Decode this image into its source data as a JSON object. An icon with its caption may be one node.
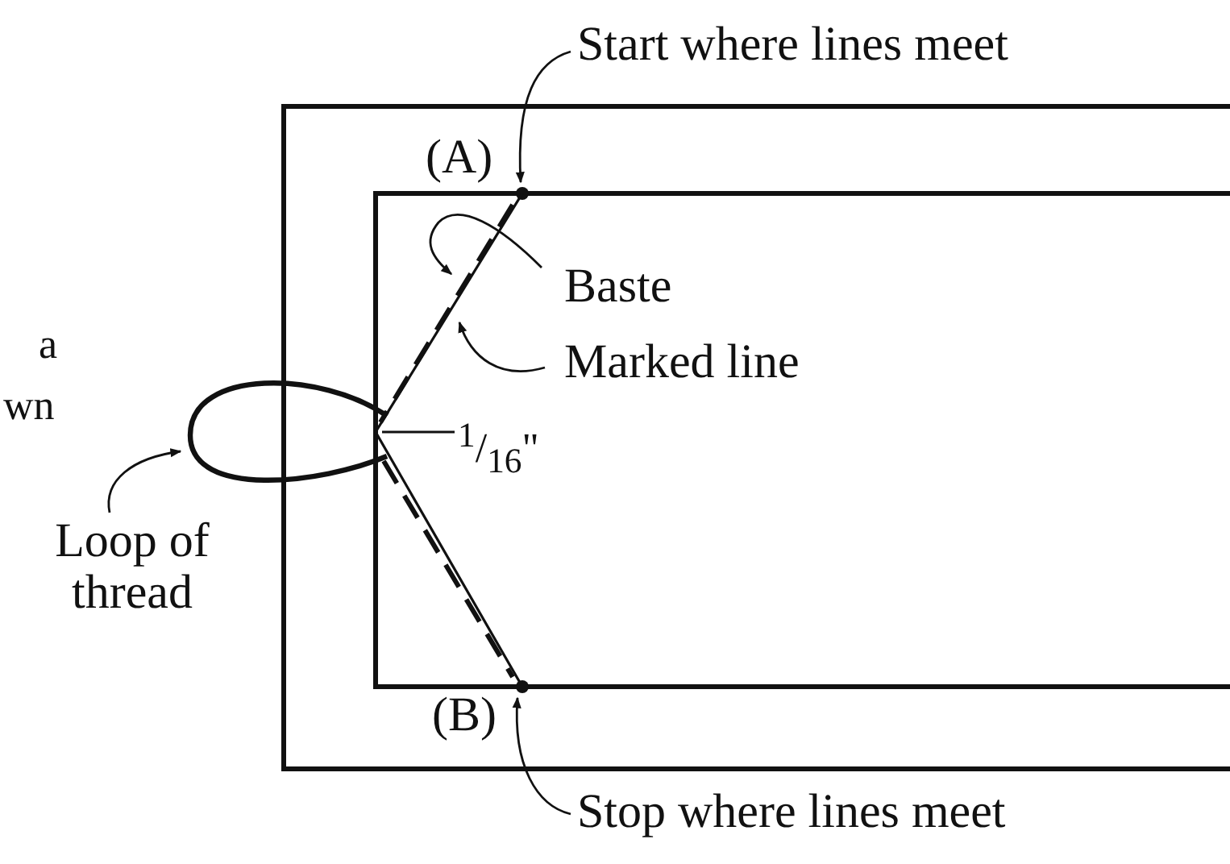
{
  "diagram": {
    "nodes": [
      {
        "text": [
          "Start where lines meet"
        ]
      },
      {
        "text": [],
        "shape": "circle",
        "beside": [
          "(A)"
        ]
      },
      {
        "text": [
          "Baste"
        ]
      },
      {
        "text": [],
        "shape": "line"
      },
      {
        "text": [
          "Marked line"
        ]
      },
      {
        "text": [],
        "shape": "line"
      },
      {
        "text": [
          "Loop of thread"
        ]
      },
      {
        "text": [],
        "shape": "loop"
      },
      {
        "text": [
          "Stop where lines meet"
        ]
      },
      {
        "text": [],
        "shape": "circle",
        "beside": [
          "(B)"
        ]
      },
      {
        "text": [
          "$^{1}$/$_{16}$\""
        ]
      }
    ],
    "edges": [
      {
        "from": 0,
        "to": 1,
        "arrow": "to"
      },
      {
        "from": 2,
        "to": 3,
        "arrow": "to"
      },
      {
        "from": 4,
        "to": 5,
        "arrow": "to"
      },
      {
        "from": 6,
        "to": 7,
        "arrow": "to"
      },
      {
        "from": 8,
        "to": 9,
        "arrow": "to"
      },
      {
        "from": 10,
        "to": 5,
        "arrow": "none"
      }
    ],
    "labels": [
      "a",
      "wn"
    ]
  }
}
